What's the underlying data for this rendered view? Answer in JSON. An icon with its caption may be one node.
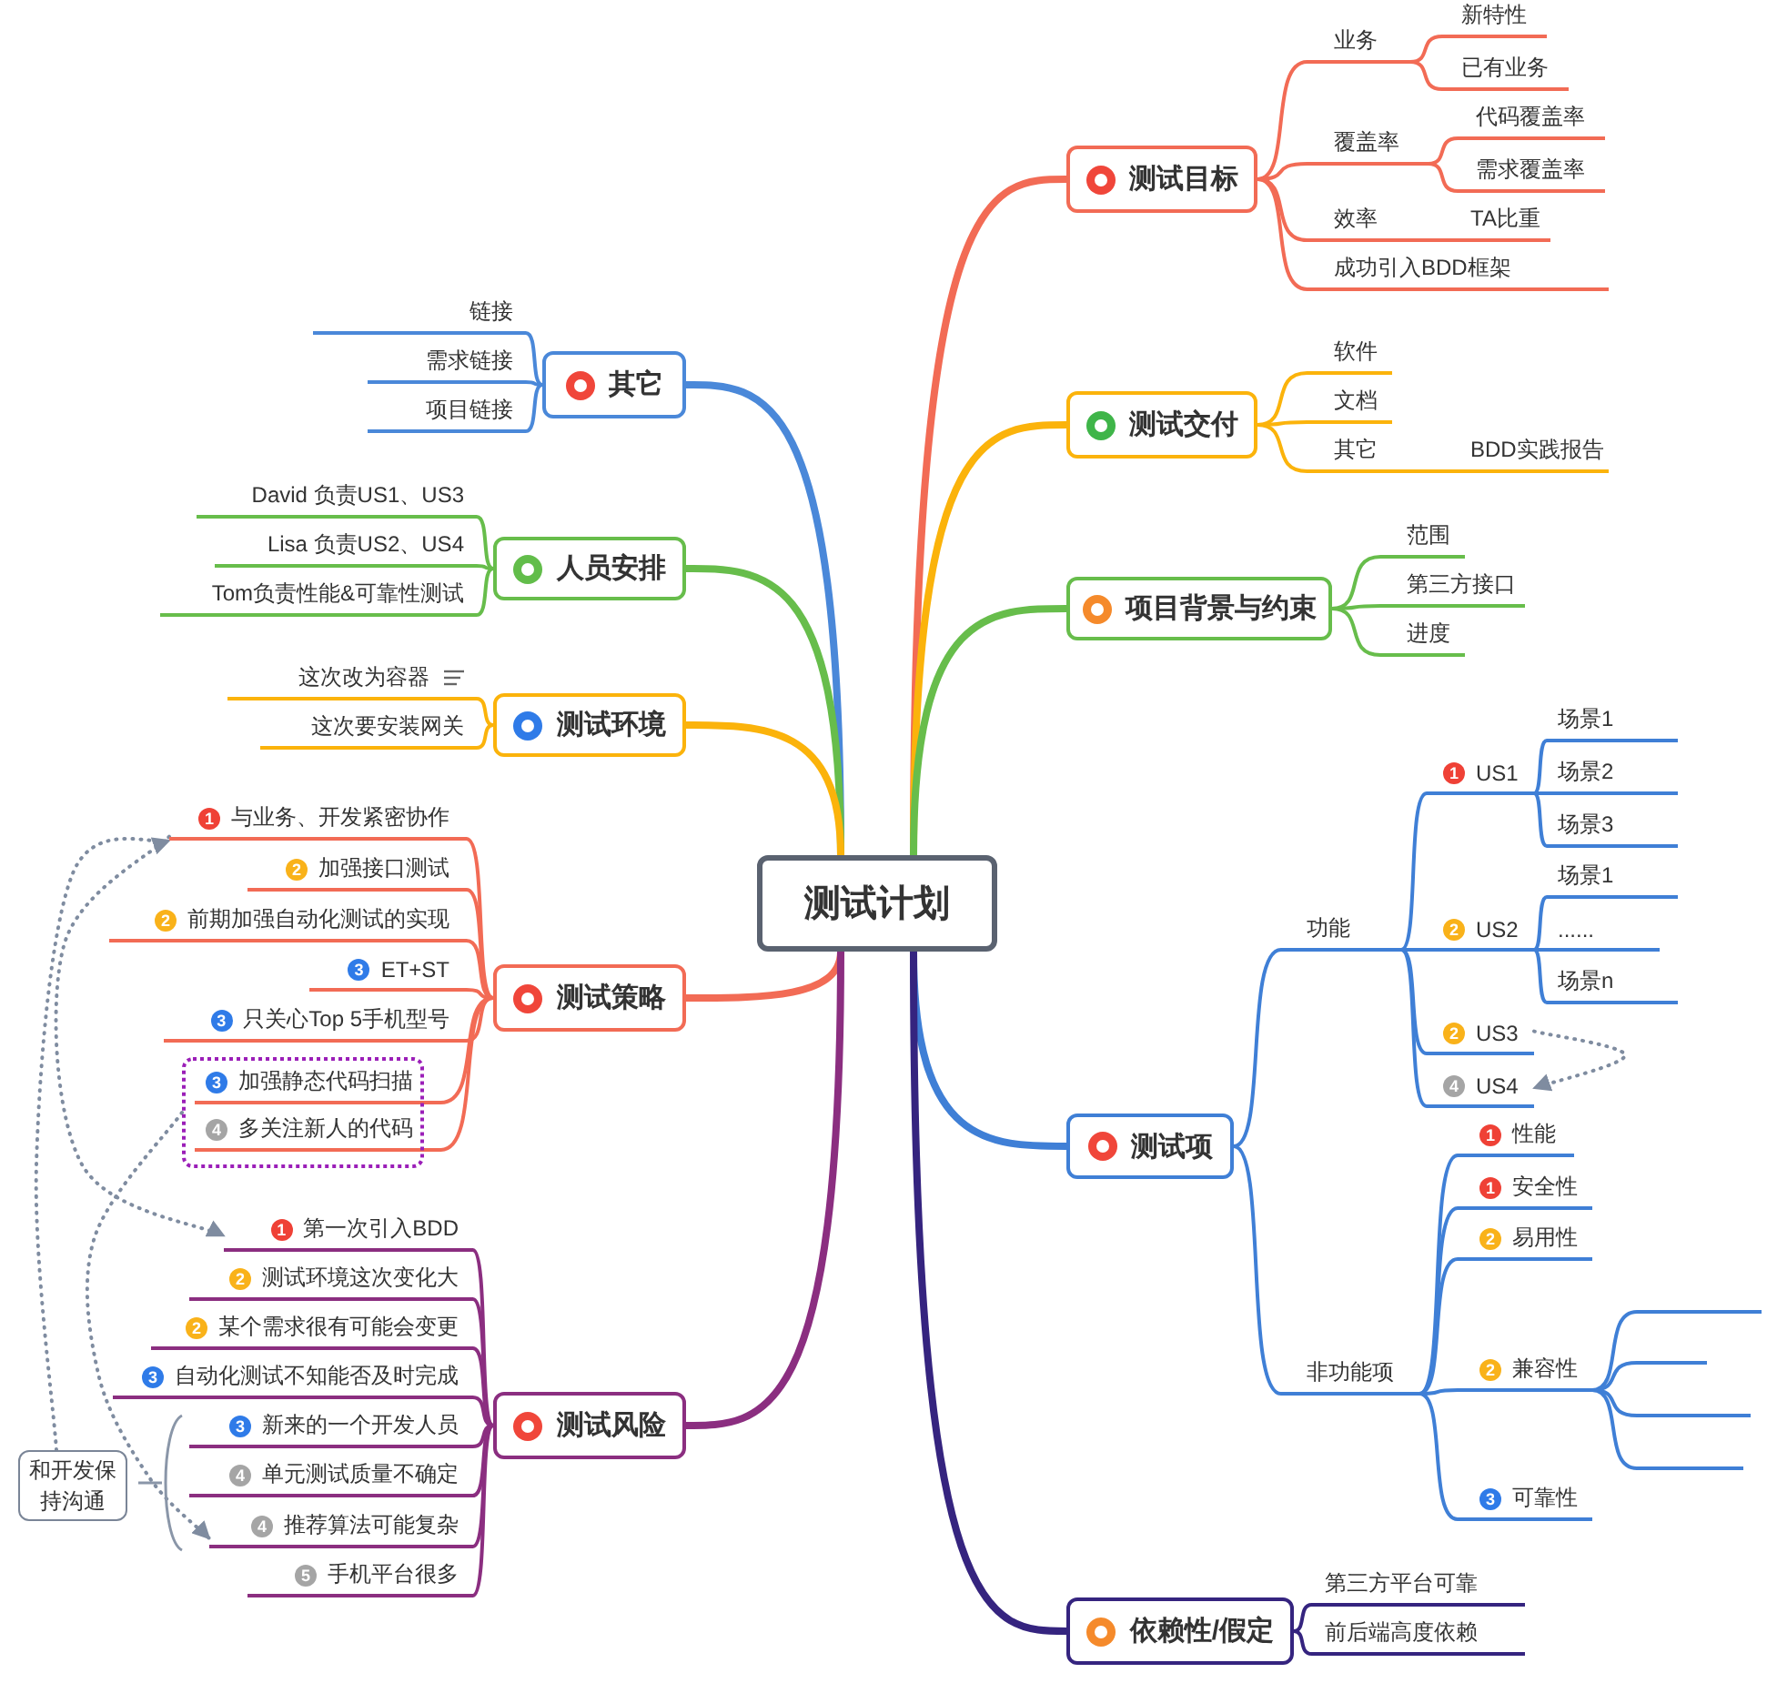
{
  "diagram": {
    "nodes": [
      {
        "text": [
          "测试计划"
        ]
      },
      {
        "text": [
          "测试目标"
        ]
      },
      {
        "text": [
          "业务"
        ]
      },
      {
        "text": [
          "新特性"
        ]
      },
      {
        "text": [
          "已有业务"
        ]
      },
      {
        "text": [
          "覆盖率"
        ]
      },
      {
        "text": [
          "代码覆盖率"
        ]
      },
      {
        "text": [
          "需求覆盖率"
        ]
      },
      {
        "text": [
          "效率"
        ]
      },
      {
        "text": [
          "TA比重"
        ]
      },
      {
        "text": [
          "成功引入BDD框架"
        ]
      },
      {
        "text": [
          "测试交付"
        ]
      },
      {
        "text": [
          "软件"
        ]
      },
      {
        "text": [
          "文档"
        ]
      },
      {
        "text": [
          "其它"
        ]
      },
      {
        "text": [
          "BDD实践报告"
        ]
      },
      {
        "text": [
          "项目背景与约束"
        ]
      },
      {
        "text": [
          "范围"
        ]
      },
      {
        "text": [
          "第三方接口"
        ]
      },
      {
        "text": [
          "进度"
        ]
      },
      {
        "text": [
          "测试项"
        ]
      },
      {
        "text": [
          "功能"
        ]
      },
      {
        "text": [
          "1",
          "US1"
        ]
      },
      {
        "text": [
          "场景1"
        ]
      },
      {
        "text": [
          "场景2"
        ]
      },
      {
        "text": [
          "场景3"
        ]
      },
      {
        "text": [
          "2",
          "US2"
        ]
      },
      {
        "text": [
          "场景1"
        ]
      },
      {
        "text": [
          "......"
        ]
      },
      {
        "text": [
          "场景n"
        ]
      },
      {
        "text": [
          "2",
          "US3"
        ]
      },
      {
        "text": [
          "4",
          "US4"
        ]
      },
      {
        "text": [
          "非功能项"
        ]
      },
      {
        "text": [
          "1",
          "性能"
        ]
      },
      {
        "text": [
          "1",
          "安全性"
        ]
      },
      {
        "text": [
          "2",
          "易用性"
        ]
      },
      {
        "text": [
          "2",
          "兼容性"
        ]
      },
      {
        "text": [],
        "shape": "bar"
      },
      {
        "text": [],
        "shape": "bar"
      },
      {
        "text": [],
        "shape": "bar"
      },
      {
        "text": [],
        "shape": "bar"
      },
      {
        "text": [
          "3",
          "可靠性"
        ]
      },
      {
        "text": [
          "依赖性/假定"
        ]
      },
      {
        "text": [
          "第三方平台可靠"
        ]
      },
      {
        "text": [
          "前后端高度依赖"
        ]
      },
      {
        "text": [
          "其它"
        ]
      },
      {
        "text": [
          "链接"
        ]
      },
      {
        "text": [
          "需求链接"
        ]
      },
      {
        "text": [
          "项目链接"
        ]
      },
      {
        "text": [
          "人员安排"
        ]
      },
      {
        "text": [
          "David 负责US1、US3"
        ]
      },
      {
        "text": [
          "Lisa 负责US2、US4"
        ]
      },
      {
        "text": [
          "Tom负责性能&可靠性测试"
        ]
      },
      {
        "text": [
          "测试环境"
        ]
      },
      {
        "text": [
          "这次改为容器"
        ]
      },
      {
        "text": [
          "这次要安装网关"
        ]
      },
      {
        "text": [
          "测试策略"
        ]
      },
      {
        "text": [
          "1",
          "与业务、开发紧密协作"
        ]
      },
      {
        "text": [
          "2",
          "加强接口测试"
        ]
      },
      {
        "text": [
          "2",
          "前期加强自动化测试的实现"
        ]
      },
      {
        "text": [
          "3",
          "ET+ST"
        ]
      },
      {
        "text": [
          "3",
          "只关心Top 5手机型号"
        ]
      },
      {
        "text": [],
        "shape": "box"
      },
      {
        "text": [
          "3",
          "加强静态代码扫描"
        ],
        "in": 62
      },
      {
        "text": [
          "4",
          "多关注新人的代码"
        ],
        "in": 62
      },
      {
        "text": [
          "测试风险"
        ]
      },
      {
        "text": [
          "1",
          "第一次引入BDD"
        ]
      },
      {
        "text": [
          "2",
          "测试环境这次变化大"
        ]
      },
      {
        "text": [
          "2",
          "某个需求很有可能会变更"
        ]
      },
      {
        "text": [
          "3",
          "自动化测试不知能否及时完成"
        ]
      },
      {
        "text": [
          "3",
          "新来的一个开发人员"
        ]
      },
      {
        "text": [
          "4",
          "单元测试质量不确定"
        ]
      },
      {
        "text": [
          "4",
          "推荐算法可能复杂"
        ]
      },
      {
        "text": [
          "5",
          "手机平台很多"
        ]
      },
      {
        "text": [
          "和开发保持沟通"
        ]
      }
    ],
    "edges": [
      {
        "from": 0,
        "to": 1,
        "arrow": "none",
        "style": "thick",
        "color": "#f26b55"
      },
      {
        "from": 0,
        "to": 11,
        "arrow": "none",
        "style": "thick",
        "color": "#fbb30b"
      },
      {
        "from": 0,
        "to": 16,
        "arrow": "none",
        "style": "thick",
        "color": "#67bd4b"
      },
      {
        "from": 0,
        "to": 20,
        "arrow": "none",
        "style": "thick",
        "color": "#3f7fd6"
      },
      {
        "from": 0,
        "to": 42,
        "arrow": "none",
        "style": "thick",
        "color": "#35247f"
      },
      {
        "from": 0,
        "to": 45,
        "arrow": "none",
        "style": "thick",
        "color": "#4a88d9"
      },
      {
        "from": 0,
        "to": 49,
        "arrow": "none",
        "style": "thick",
        "color": "#67bd4b"
      },
      {
        "from": 0,
        "to": 53,
        "arrow": "none",
        "style": "thick",
        "color": "#fbb30b"
      },
      {
        "from": 0,
        "to": 56,
        "arrow": "none",
        "style": "thick",
        "color": "#f26b55"
      },
      {
        "from": 0,
        "to": 65,
        "arrow": "none",
        "style": "thick",
        "color": "#8b2e80"
      },
      {
        "from": 1,
        "to": 2,
        "arrow": "none",
        "color": "#f26b55"
      },
      {
        "from": 2,
        "to": 3,
        "arrow": "none",
        "color": "#f26b55"
      },
      {
        "from": 2,
        "to": 4,
        "arrow": "none",
        "color": "#f26b55"
      },
      {
        "from": 1,
        "to": 5,
        "arrow": "none",
        "color": "#f26b55"
      },
      {
        "from": 5,
        "to": 6,
        "arrow": "none",
        "color": "#f26b55"
      },
      {
        "from": 5,
        "to": 7,
        "arrow": "none",
        "color": "#f26b55"
      },
      {
        "from": 1,
        "to": 8,
        "arrow": "none",
        "color": "#f26b55"
      },
      {
        "from": 8,
        "to": 9,
        "arrow": "none",
        "color": "#f26b55"
      },
      {
        "from": 1,
        "to": 10,
        "arrow": "none",
        "color": "#f26b55"
      },
      {
        "from": 11,
        "to": 12,
        "arrow": "none",
        "color": "#fbb30b"
      },
      {
        "from": 11,
        "to": 13,
        "arrow": "none",
        "color": "#fbb30b"
      },
      {
        "from": 11,
        "to": 14,
        "arrow": "none",
        "color": "#fbb30b"
      },
      {
        "from": 14,
        "to": 15,
        "arrow": "none",
        "color": "#fbb30b"
      },
      {
        "from": 16,
        "to": 17,
        "arrow": "none",
        "color": "#67bd4b"
      },
      {
        "from": 16,
        "to": 18,
        "arrow": "none",
        "color": "#67bd4b"
      },
      {
        "from": 16,
        "to": 19,
        "arrow": "none",
        "color": "#67bd4b"
      },
      {
        "from": 20,
        "to": 21,
        "arrow": "none",
        "color": "#3f7fd6"
      },
      {
        "from": 21,
        "to": 22,
        "arrow": "none",
        "color": "#3f7fd6"
      },
      {
        "from": 22,
        "to": 23,
        "arrow": "none",
        "color": "#3f7fd6"
      },
      {
        "from": 22,
        "to": 24,
        "arrow": "none",
        "color": "#3f7fd6"
      },
      {
        "from": 22,
        "to": 25,
        "arrow": "none",
        "color": "#3f7fd6"
      },
      {
        "from": 21,
        "to": 26,
        "arrow": "none",
        "color": "#3f7fd6"
      },
      {
        "from": 26,
        "to": 27,
        "arrow": "none",
        "color": "#3f7fd6"
      },
      {
        "from": 26,
        "to": 28,
        "arrow": "none",
        "color": "#3f7fd6"
      },
      {
        "from": 26,
        "to": 29,
        "arrow": "none",
        "color": "#3f7fd6"
      },
      {
        "from": 21,
        "to": 30,
        "arrow": "none",
        "color": "#3f7fd6"
      },
      {
        "from": 21,
        "to": 31,
        "arrow": "none",
        "color": "#3f7fd6"
      },
      {
        "from": 20,
        "to": 32,
        "arrow": "none",
        "color": "#3f7fd6"
      },
      {
        "from": 32,
        "to": 33,
        "arrow": "none",
        "color": "#3f7fd6"
      },
      {
        "from": 32,
        "to": 34,
        "arrow": "none",
        "color": "#3f7fd6"
      },
      {
        "from": 32,
        "to": 35,
        "arrow": "none",
        "color": "#3f7fd6"
      },
      {
        "from": 32,
        "to": 36,
        "arrow": "none",
        "color": "#3f7fd6"
      },
      {
        "from": 36,
        "to": 37,
        "arrow": "none",
        "color": "#3f7fd6"
      },
      {
        "from": 36,
        "to": 38,
        "arrow": "none",
        "color": "#3f7fd6"
      },
      {
        "from": 36,
        "to": 39,
        "arrow": "none",
        "color": "#3f7fd6"
      },
      {
        "from": 36,
        "to": 40,
        "arrow": "none",
        "color": "#3f7fd6"
      },
      {
        "from": 32,
        "to": 41,
        "arrow": "none",
        "color": "#3f7fd6"
      },
      {
        "from": 42,
        "to": 43,
        "arrow": "none",
        "color": "#35247f"
      },
      {
        "from": 42,
        "to": 44,
        "arrow": "none",
        "color": "#35247f"
      },
      {
        "from": 45,
        "to": 46,
        "arrow": "none",
        "color": "#4a88d9"
      },
      {
        "from": 45,
        "to": 47,
        "arrow": "none",
        "color": "#4a88d9"
      },
      {
        "from": 45,
        "to": 48,
        "arrow": "none",
        "color": "#4a88d9"
      },
      {
        "from": 49,
        "to": 50,
        "arrow": "none",
        "color": "#67bd4b"
      },
      {
        "from": 49,
        "to": 51,
        "arrow": "none",
        "color": "#67bd4b"
      },
      {
        "from": 49,
        "to": 52,
        "arrow": "none",
        "color": "#67bd4b"
      },
      {
        "from": 53,
        "to": 54,
        "arrow": "none",
        "color": "#fbb30b"
      },
      {
        "from": 53,
        "to": 55,
        "arrow": "none",
        "color": "#fbb30b"
      },
      {
        "from": 56,
        "to": 57,
        "arrow": "none",
        "color": "#f26b55"
      },
      {
        "from": 56,
        "to": 58,
        "arrow": "none",
        "color": "#f26b55"
      },
      {
        "from": 56,
        "to": 59,
        "arrow": "none",
        "color": "#f26b55"
      },
      {
        "from": 56,
        "to": 60,
        "arrow": "none",
        "color": "#f26b55"
      },
      {
        "from": 56,
        "to": 61,
        "arrow": "none",
        "color": "#f26b55"
      },
      {
        "from": 56,
        "to": 63,
        "arrow": "none",
        "color": "#f26b55"
      },
      {
        "from": 56,
        "to": 64,
        "arrow": "none",
        "color": "#f26b55"
      },
      {
        "from": 65,
        "to": 66,
        "arrow": "none",
        "color": "#8b2e80"
      },
      {
        "from": 65,
        "to": 67,
        "arrow": "none",
        "color": "#8b2e80"
      },
      {
        "from": 65,
        "to": 68,
        "arrow": "none",
        "color": "#8b2e80"
      },
      {
        "from": 65,
        "to": 69,
        "arrow": "none",
        "color": "#8b2e80"
      },
      {
        "from": 65,
        "to": 70,
        "arrow": "none",
        "color": "#8b2e80"
      },
      {
        "from": 65,
        "to": 71,
        "arrow": "none",
        "color": "#8b2e80"
      },
      {
        "from": 65,
        "to": 72,
        "arrow": "none",
        "color": "#8b2e80"
      },
      {
        "from": 65,
        "to": 73,
        "arrow": "none",
        "color": "#8b2e80"
      },
      {
        "from": 74,
        "to": 57,
        "arrow": "to",
        "style": "dashed",
        "color": "#7f8ca0"
      },
      {
        "from": 57,
        "to": 66,
        "arrow": "to",
        "style": "dashed",
        "color": "#7f8ca0"
      },
      {
        "from": 62,
        "to": 72,
        "arrow": "to",
        "style": "dashed",
        "color": "#7f8ca0"
      },
      {
        "from": 30,
        "to": 31,
        "arrow": "to",
        "style": "dashed",
        "color": "#7f8ca0"
      }
    ]
  }
}
